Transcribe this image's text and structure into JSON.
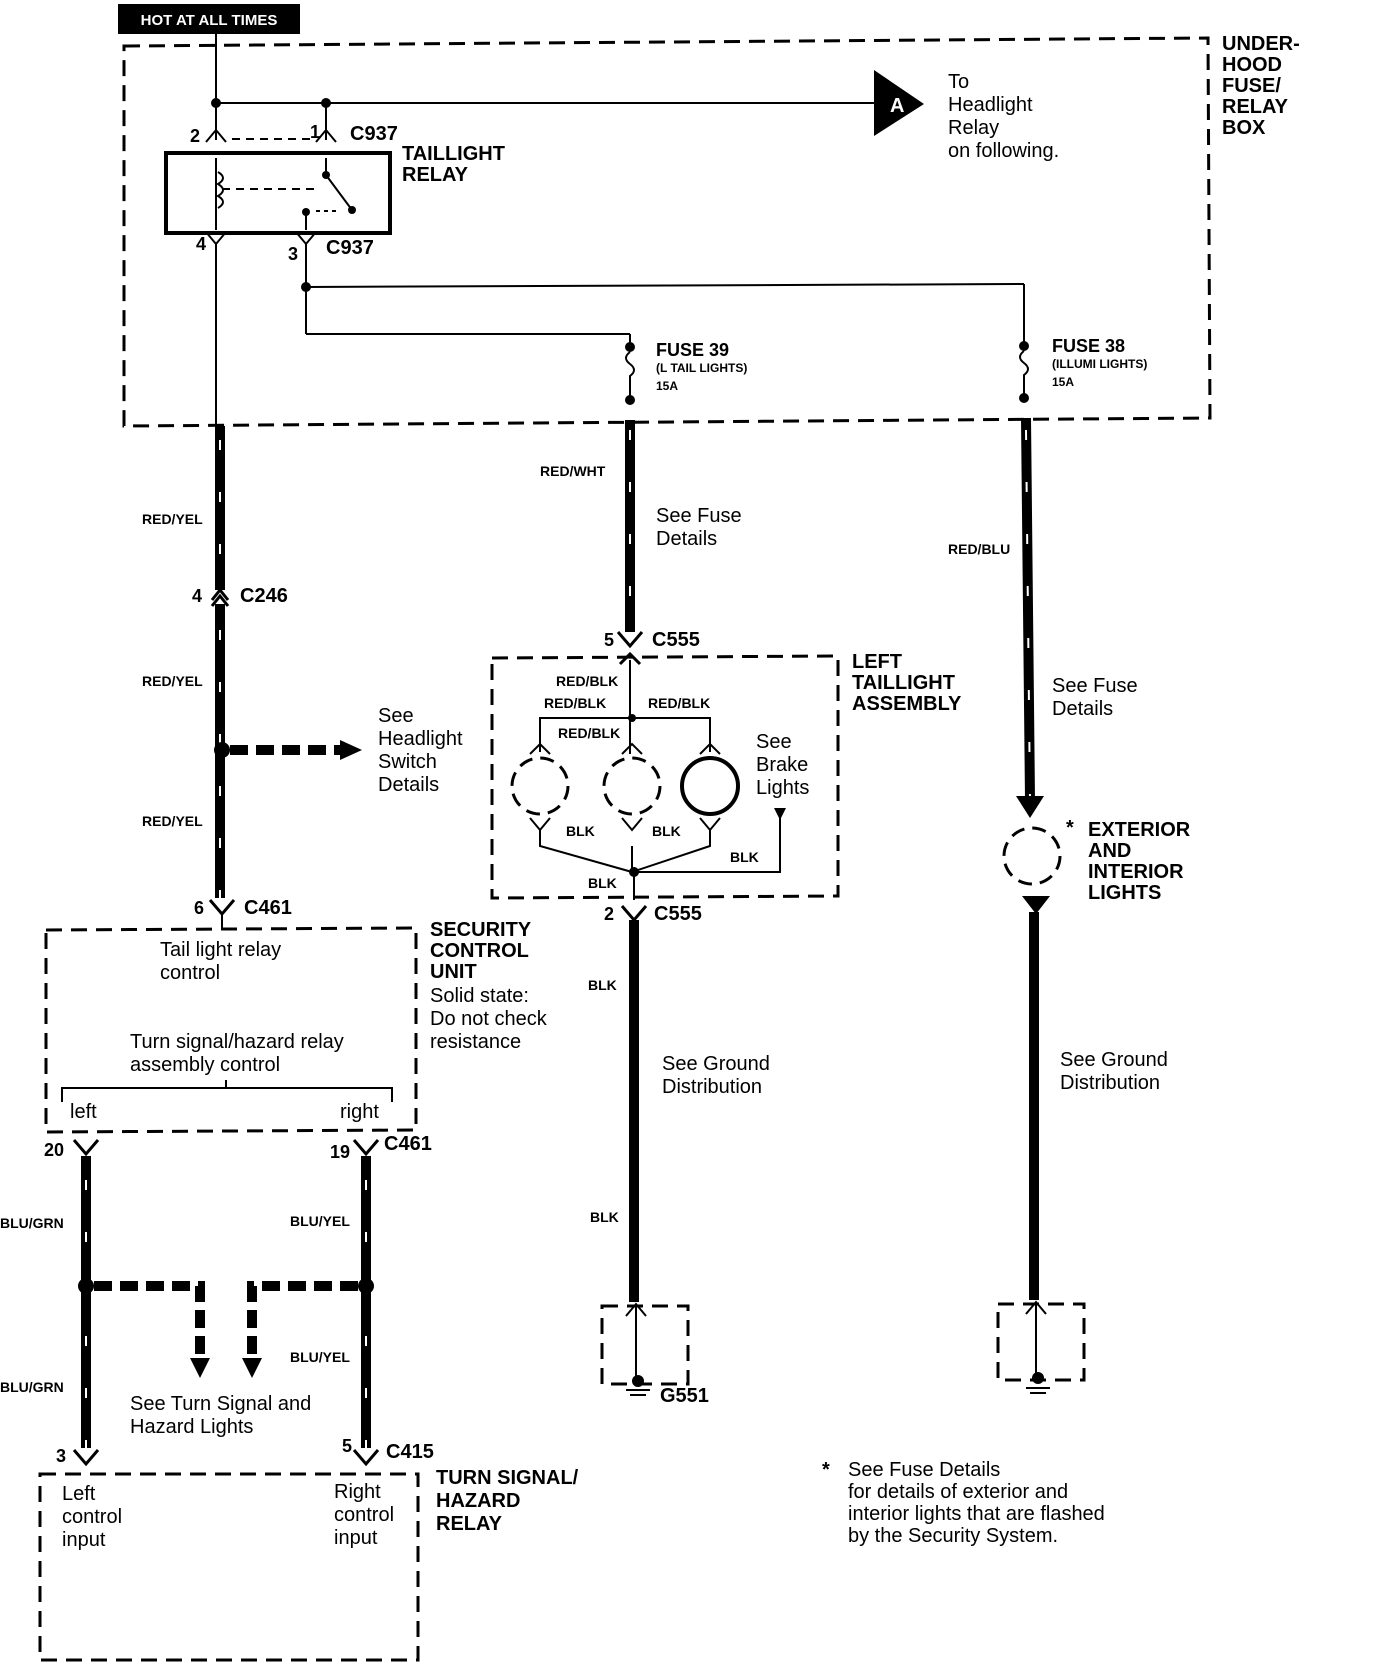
{
  "hot_label": "HOT AT ALL TIMES",
  "fuse_box": {
    "title": [
      "UNDER-",
      "HOOD",
      "FUSE/",
      "RELAY",
      "BOX"
    ]
  },
  "connector_a": {
    "letter": "A",
    "text": [
      "To",
      "Headlight",
      "Relay",
      "on following."
    ]
  },
  "taillight_relay": {
    "title": [
      "TAILLIGHT",
      "RELAY"
    ],
    "connector": "C937",
    "pins": {
      "p1": "1",
      "p2": "2",
      "p3": "3",
      "p4": "4"
    }
  },
  "fuse39": {
    "name": "FUSE 39",
    "sub": "(L TAIL LIGHTS)",
    "rating": "15A"
  },
  "fuse38": {
    "name": "FUSE 38",
    "sub": "(ILLUMI LIGHTS)",
    "rating": "15A"
  },
  "wires": {
    "red_yel": "RED/YEL",
    "red_wht": "RED/WHT",
    "red_blu": "RED/BLU",
    "red_blk": "RED/BLK",
    "blk": "BLK",
    "blu_grn": "BLU/GRN",
    "blu_yel": "BLU/YEL"
  },
  "connectors": {
    "c246": {
      "name": "C246",
      "pin": "4"
    },
    "c555_top": {
      "name": "C555",
      "pin": "5"
    },
    "c555_bot": {
      "name": "C555",
      "pin": "2"
    },
    "c461_top": {
      "name": "C461",
      "pin": "6"
    },
    "c461_bot": {
      "name": "C461",
      "pin_left": "20",
      "pin_right": "19"
    },
    "c415": {
      "name": "C415",
      "pin_left": "3",
      "pin_right": "5"
    }
  },
  "notes": {
    "see_fuse_1": [
      "See Fuse",
      "Details"
    ],
    "see_fuse_2": [
      "See Fuse",
      "Details"
    ],
    "see_headlight": [
      "See",
      "Headlight",
      "Switch",
      "Details"
    ],
    "see_brake": [
      "See",
      "Brake",
      "Lights"
    ],
    "see_ground_1": [
      "See Ground",
      "Distribution"
    ],
    "see_ground_2": [
      "See Ground",
      "Distribution"
    ],
    "see_turn": [
      "See Turn Signal and",
      "Hazard Lights"
    ],
    "footnote_star": "*",
    "footnote": [
      "See Fuse Details",
      "for details of exterior and",
      "interior lights that are flashed",
      "by the Security System."
    ]
  },
  "left_taillight": {
    "title": [
      "LEFT",
      "TAILLIGHT",
      "ASSEMBLY"
    ]
  },
  "exterior_lights": {
    "star": "*",
    "title": [
      "EXTERIOR",
      "AND",
      "INTERIOR",
      "LIGHTS"
    ]
  },
  "ground": {
    "label": "G551"
  },
  "security_unit": {
    "title": [
      "SECURITY",
      "CONTROL",
      "UNIT"
    ],
    "sub": [
      "Solid state:",
      "Do not check",
      "resistance"
    ],
    "tail_control": [
      "Tail light relay",
      "control"
    ],
    "turn_control": [
      "Turn signal/hazard relay",
      "assembly control"
    ],
    "left": "left",
    "right": "right"
  },
  "turn_relay": {
    "title": [
      "TURN SIGNAL/",
      "HAZARD",
      "RELAY"
    ],
    "left_input": [
      "Left",
      "control",
      "input"
    ],
    "right_input": [
      "Right",
      "control",
      "input"
    ]
  }
}
